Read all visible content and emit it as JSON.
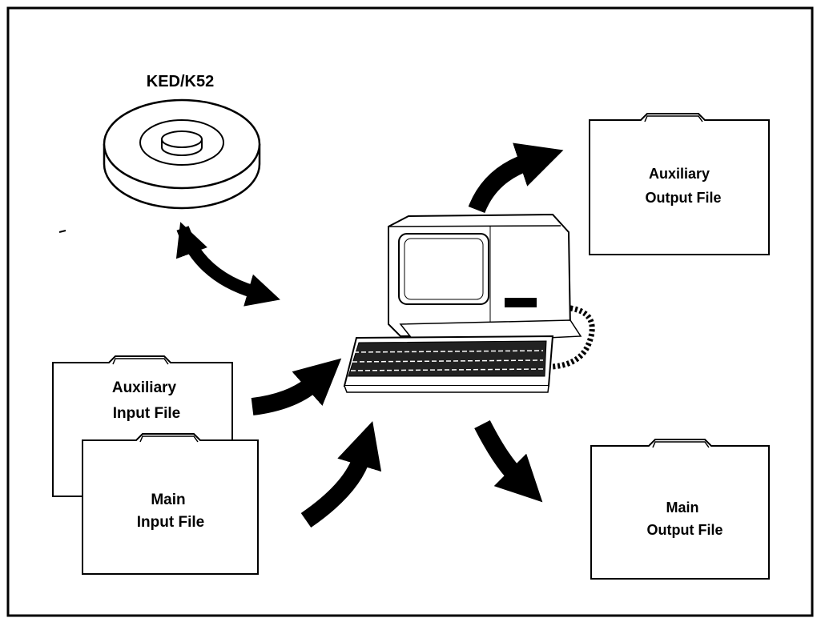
{
  "disk": {
    "label": "KED/K52"
  },
  "folders": {
    "aux_input": {
      "line1": "Auxiliary",
      "line2": "Input File"
    },
    "main_input": {
      "line1": "Main",
      "line2": "Input File"
    },
    "aux_output": {
      "line1": "Auxiliary",
      "line2": "Output File"
    },
    "main_output": {
      "line1": "Main",
      "line2": "Output File"
    }
  },
  "colors": {
    "ink": "#000000",
    "paper": "#ffffff"
  },
  "icons": {
    "disk": "disk-icon",
    "terminal": "computer-terminal-icon",
    "arrow": "curved-arrow-icon"
  }
}
